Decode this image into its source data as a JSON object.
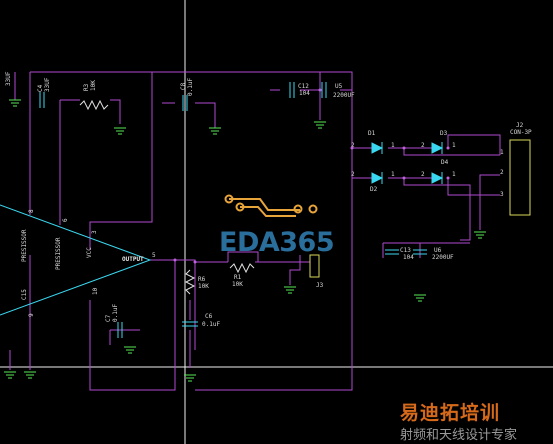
{
  "watermark": "EDA365",
  "logo": {
    "line1": "易迪拓培训",
    "line2": "射频和天线设计专家"
  },
  "labels": {
    "c33_left": "33UF",
    "c4": "C4",
    "c4_val": "33UF",
    "r3": "R3",
    "r3_val": "10K",
    "c8": "C8",
    "c8_val": "0.1uF",
    "c12": "C12",
    "c12_val": "104",
    "u5": "U5",
    "u5_val": "2200UF",
    "d1": "D1",
    "d2": "D2",
    "d3": "D3",
    "d4": "D4",
    "j2": "J2",
    "j2_val": "CON-3P",
    "pin1": "1",
    "pin2": "2",
    "pin3": "3",
    "prs1": "PRESISSOR",
    "prs2": "PRESISSOR",
    "vcc": "VCC",
    "vcc_pin": "3",
    "gnd_pin": "10",
    "pin6": "6",
    "pin9": "9",
    "pin8": "8",
    "output": "OUTPUT",
    "output_pin": "5",
    "c15": "C15",
    "r6": "R6",
    "r6_val": "10K",
    "r1": "R1",
    "r1_val": "10K",
    "j3": "J3",
    "c7": "C7",
    "c7_val": "0.1uF",
    "c6": "C6",
    "c6_val": "0.1uF",
    "c13": "C13",
    "c13_val": "104",
    "u6": "U6",
    "u6_val": "2200UF",
    "d_pin1": "1",
    "d_pin2": "2"
  }
}
